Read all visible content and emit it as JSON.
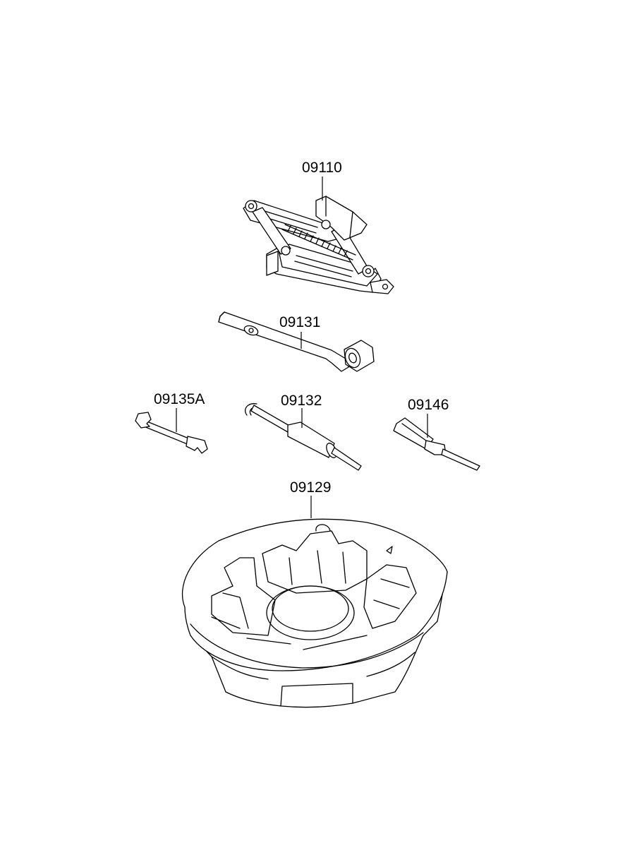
{
  "diagram": {
    "parts": [
      {
        "number": "09110",
        "icon": "scissor-jack-icon"
      },
      {
        "number": "09131",
        "icon": "jack-handle-icon"
      },
      {
        "number": "09135A",
        "icon": "wrench-icon"
      },
      {
        "number": "09132",
        "icon": "hook-rod-icon"
      },
      {
        "number": "09146",
        "icon": "screwdriver-icon"
      },
      {
        "number": "09129",
        "icon": "tool-tray-icon"
      }
    ],
    "colors": {
      "line": "#000000",
      "background": "#ffffff"
    }
  }
}
